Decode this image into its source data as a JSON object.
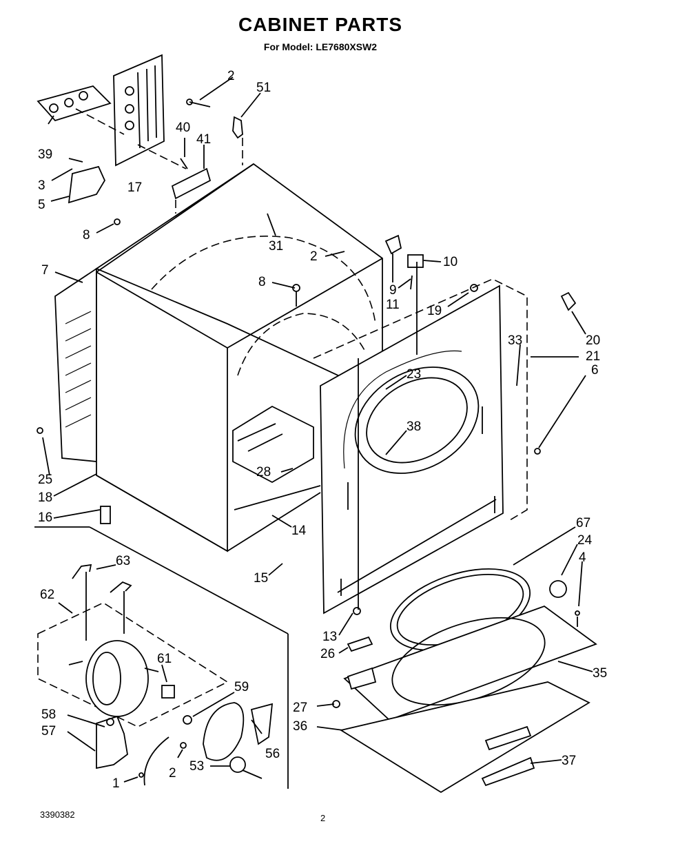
{
  "title": "CABINET PARTS",
  "subtitle": "For Model: LE7680XSW2",
  "doc_number": "3390382",
  "page_number": "2",
  "callouts": [
    {
      "id": "c-2a",
      "text": "2"
    },
    {
      "id": "c-51",
      "text": "51"
    },
    {
      "id": "c-39",
      "text": "39"
    },
    {
      "id": "c-3",
      "text": "3"
    },
    {
      "id": "c-5",
      "text": "5"
    },
    {
      "id": "c-17",
      "text": "17"
    },
    {
      "id": "c-40",
      "text": "40"
    },
    {
      "id": "c-41",
      "text": "41"
    },
    {
      "id": "c-8a",
      "text": "8"
    },
    {
      "id": "c-31",
      "text": "31"
    },
    {
      "id": "c-2b",
      "text": "2"
    },
    {
      "id": "c-7",
      "text": "7"
    },
    {
      "id": "c-8b",
      "text": "8"
    },
    {
      "id": "c-9",
      "text": "9"
    },
    {
      "id": "c-10",
      "text": "10"
    },
    {
      "id": "c-11",
      "text": "11"
    },
    {
      "id": "c-19",
      "text": "19"
    },
    {
      "id": "c-20",
      "text": "20"
    },
    {
      "id": "c-21",
      "text": "21"
    },
    {
      "id": "c-33",
      "text": "33"
    },
    {
      "id": "c-6",
      "text": "6"
    },
    {
      "id": "c-23",
      "text": "23"
    },
    {
      "id": "c-38",
      "text": "38"
    },
    {
      "id": "c-25",
      "text": "25"
    },
    {
      "id": "c-18",
      "text": "18"
    },
    {
      "id": "c-16",
      "text": "16"
    },
    {
      "id": "c-28",
      "text": "28"
    },
    {
      "id": "c-14",
      "text": "14"
    },
    {
      "id": "c-15",
      "text": "15"
    },
    {
      "id": "c-67",
      "text": "67"
    },
    {
      "id": "c-24",
      "text": "24"
    },
    {
      "id": "c-4",
      "text": "4"
    },
    {
      "id": "c-63",
      "text": "63"
    },
    {
      "id": "c-62",
      "text": "62"
    },
    {
      "id": "c-61",
      "text": "61"
    },
    {
      "id": "c-59",
      "text": "59"
    },
    {
      "id": "c-58",
      "text": "58"
    },
    {
      "id": "c-57",
      "text": "57"
    },
    {
      "id": "c-56",
      "text": "56"
    },
    {
      "id": "c-2c",
      "text": "2"
    },
    {
      "id": "c-53",
      "text": "53"
    },
    {
      "id": "c-1",
      "text": "1"
    },
    {
      "id": "c-13",
      "text": "13"
    },
    {
      "id": "c-26",
      "text": "26"
    },
    {
      "id": "c-35",
      "text": "35"
    },
    {
      "id": "c-27",
      "text": "27"
    },
    {
      "id": "c-36",
      "text": "36"
    },
    {
      "id": "c-37",
      "text": "37"
    }
  ]
}
